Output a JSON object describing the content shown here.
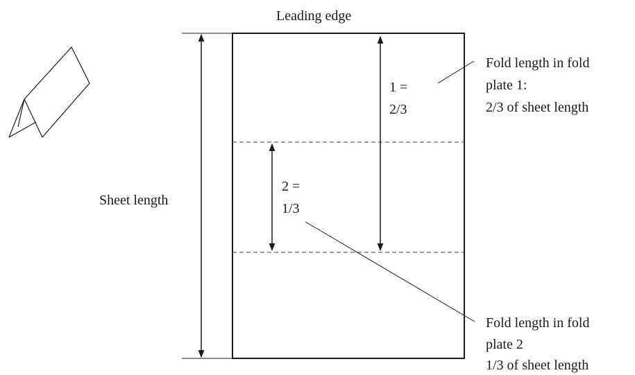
{
  "labels": {
    "leading_edge": "Leading edge",
    "sheet_length": "Sheet length",
    "fold1_value_line1": "1 =",
    "fold1_value_line2": "2/3",
    "fold2_value_line1": "2 =",
    "fold2_value_line2": "1/3",
    "fold_plate_1_callout": {
      "line1": "Fold length in fold",
      "line2": "plate 1:",
      "line3": "2/3 of sheet length"
    },
    "fold_plate_2_callout": {
      "line1": "Fold length in fold",
      "line2": "plate 2",
      "line3": "1/3 of sheet length"
    }
  },
  "colors": {
    "ink": "#1a1a1a",
    "dashed": "#666666"
  }
}
